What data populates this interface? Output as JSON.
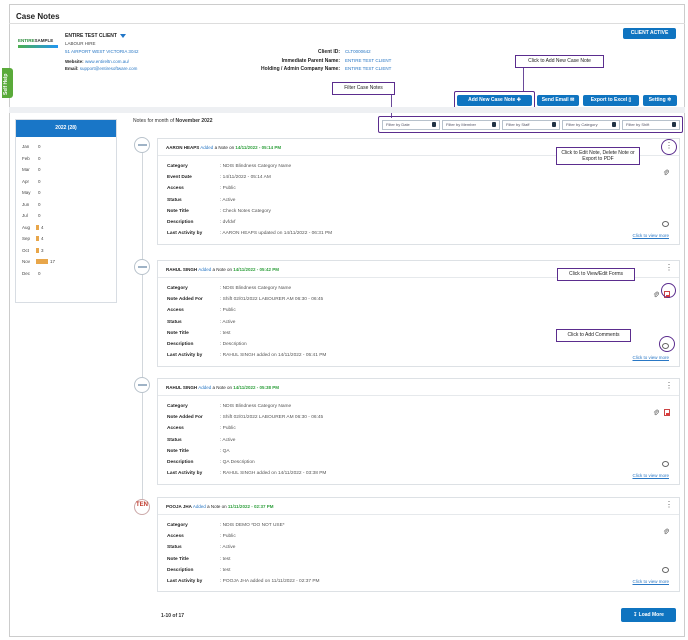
{
  "page": {
    "title": "Case Notes",
    "self_help": "Self Help"
  },
  "client": {
    "logo_text_1": "ENTIRE",
    "logo_text_2": "SAMPLE",
    "name": "ENTIRE TEST CLIENT",
    "type": "LABOUR HIRE",
    "address": "51 AIRPORT WEST VICTORIA 3042",
    "website_label": "Website:",
    "website": "www.entireltn.com.au/",
    "email_label": "Email:",
    "email": "support@entiresoftware.com",
    "client_id_label": "Client ID:",
    "client_id": "CLT0000642",
    "parent_label": "Immediate Parent Name:",
    "parent": "ENTIRE TEST CLIENT",
    "holding_label": "Holding / Admin Company Name:",
    "holding": "ENTIRE TEST CLIENT",
    "status_button": "CLIENT ACTIVE"
  },
  "toolbar": {
    "add": "Add New Case Note",
    "email": "Send Email",
    "excel": "Export to Excel",
    "setting": "Setting"
  },
  "annotations": {
    "add": "Click to Add New Case Note",
    "filter": "Filter Case Notes",
    "edit": "Click to Edit Note, Delete Note or Export to PDF",
    "forms": "Click to View/Edit Forms",
    "comments": "Click to Add Comments"
  },
  "filters": [
    "Filter by Date",
    "Filter by Member",
    "Filter by Staff",
    "Filter by Category",
    "Filter by Shift"
  ],
  "notes_heading": {
    "prefix": "Notes for month of",
    "month": "November 2022"
  },
  "sidebar": {
    "year": "2022 (28)",
    "months": [
      {
        "m": "Jan",
        "c": "0",
        "v": 0
      },
      {
        "m": "Feb",
        "c": "0",
        "v": 0
      },
      {
        "m": "Mar",
        "c": "0",
        "v": 0
      },
      {
        "m": "Apr",
        "c": "0",
        "v": 0
      },
      {
        "m": "May",
        "c": "0",
        "v": 0
      },
      {
        "m": "Jun",
        "c": "0",
        "v": 0
      },
      {
        "m": "Jul",
        "c": "0",
        "v": 0
      },
      {
        "m": "Aug",
        "c": "4",
        "v": 4
      },
      {
        "m": "Sep",
        "c": "4",
        "v": 4
      },
      {
        "m": "Oct",
        "c": "3",
        "v": 3
      },
      {
        "m": "Nov",
        "c": "17",
        "v": 17
      },
      {
        "m": "Dec",
        "c": "0",
        "v": 0
      }
    ]
  },
  "notes": [
    {
      "author": "AARON HEAPS",
      "verb": "Added",
      "mid": "a Note on",
      "when": "14/11/2022 - 05:14 PM",
      "rows": [
        {
          "k": "Category",
          "v": ": NDIS Blindness Category Name"
        },
        {
          "k": "Event Date",
          "v": ": 14/11/2022 - 05:14 AM"
        },
        {
          "k": "Access",
          "v": ": Public"
        },
        {
          "k": "Status",
          "v": ": Active"
        },
        {
          "k": "Note Title",
          "v": ": Check Notes Category"
        },
        {
          "k": "Description",
          "v": ": dvfdvf"
        },
        {
          "k": "Last Activity by",
          "v": ": AARON HEAPS updated on 14/11/2022 - 06:31 PM"
        }
      ],
      "view": "Click to view more"
    },
    {
      "author": "RAHUL SINGH",
      "verb": "Added",
      "mid": "a Note on",
      "when": "14/11/2022 - 05:42 PM",
      "rows": [
        {
          "k": "Category",
          "v": ": NDIS Blindness Category Name"
        },
        {
          "k": "Note Added For",
          "v": ": Shift  02/01/2022 LABOURER AM 06:30 - 06:45"
        },
        {
          "k": "Access",
          "v": ": Public"
        },
        {
          "k": "Status",
          "v": ": Active"
        },
        {
          "k": "Note Title",
          "v": ": test"
        },
        {
          "k": "Description",
          "v": ": Description"
        },
        {
          "k": "Last Activity by",
          "v": ": RAHUL SINGH added on 14/11/2022 - 05:41 PM"
        }
      ],
      "view": "Click to view more"
    },
    {
      "author": "RAHUL SINGH",
      "verb": "Added",
      "mid": "a Note on",
      "when": "14/11/2022 - 05:38 PM",
      "rows": [
        {
          "k": "Category",
          "v": ": NDIS Blindness Category Name"
        },
        {
          "k": "Note Added For",
          "v": ": Shift  02/01/2022 LABOURER AM 06:30 - 06:45"
        },
        {
          "k": "Access",
          "v": ": Public"
        },
        {
          "k": "Status",
          "v": ": Active"
        },
        {
          "k": "Note Title",
          "v": ": QA"
        },
        {
          "k": "Description",
          "v": ": QA Description"
        },
        {
          "k": "Last Activity by",
          "v": ": RAHUL SINGH added on 14/11/2022 - 03:38 PM"
        }
      ],
      "view": "Click to view more"
    },
    {
      "author": "POOJA JHA",
      "verb": "Added",
      "mid": "a Note on",
      "when": "11/11/2022 - 02:37 PM",
      "rows": [
        {
          "k": "Category",
          "v": ": NDIS DEMO *DO NOT USE*"
        },
        {
          "k": "Access",
          "v": ": Public"
        },
        {
          "k": "Status",
          "v": ": Active"
        },
        {
          "k": "Note Title",
          "v": ": test"
        },
        {
          "k": "Description",
          "v": ": test"
        },
        {
          "k": "Last Activity by",
          "v": ": POOJA JHA added on 11/11/2022 - 02:37 PM"
        }
      ],
      "view": "Click to view more"
    }
  ],
  "avatar_initials": "TEN",
  "pager": {
    "range": "1-10 of 17",
    "load_more": "Load More"
  }
}
